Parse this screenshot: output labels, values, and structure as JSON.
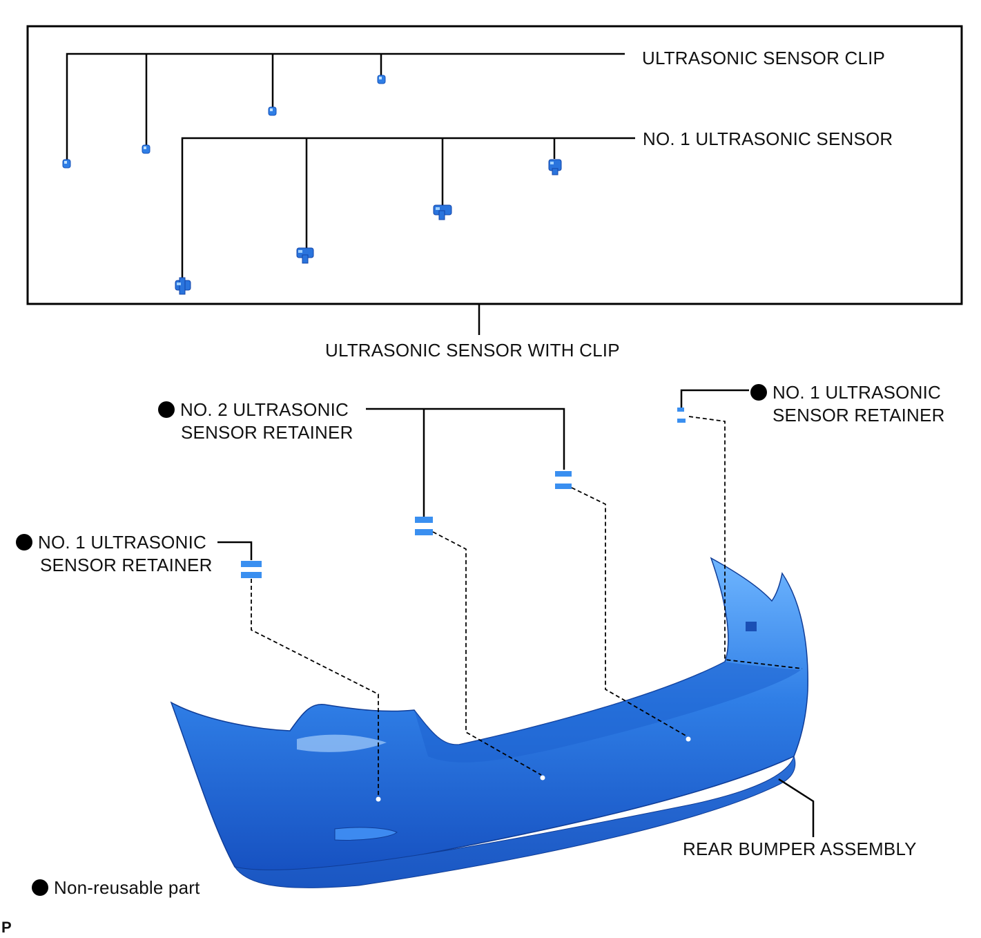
{
  "labels": {
    "sensor_clip": "ULTRASONIC SENSOR CLIP",
    "no1_sensor": "NO. 1 ULTRASONIC SENSOR",
    "sensor_with_clip": "ULTRASONIC SENSOR WITH CLIP",
    "no2_retainer_line1": "NO. 2 ULTRASONIC",
    "no2_retainer_line2": "SENSOR RETAINER",
    "no1_retainer_right_line1": "NO. 1 ULTRASONIC",
    "no1_retainer_right_line2": "SENSOR RETAINER",
    "no1_retainer_left_line1": "NO. 1 ULTRASONIC",
    "no1_retainer_left_line2": "SENSOR RETAINER",
    "rear_bumper": "REAR BUMPER ASSEMBLY",
    "legend_non_reusable": "Non-reusable part",
    "corner_code": "P"
  },
  "colors": {
    "part_blue": "#2f7ee6",
    "part_blue_light": "#5aa7ff",
    "part_blue_dark": "#1552b8",
    "line": "#000000"
  },
  "icons": {
    "non_reusable_marker": "filled-black-circle"
  }
}
